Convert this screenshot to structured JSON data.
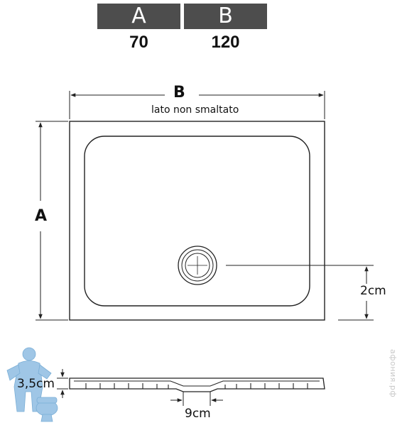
{
  "dimensions_table": {
    "headers": [
      "A",
      "B"
    ],
    "values": [
      "70",
      "120"
    ]
  },
  "top_view": {
    "width_label": "B",
    "width_note": "lato non smaltato",
    "height_label": "A",
    "drain_offset_label": "2cm"
  },
  "side_view": {
    "depth_label": "3,5cm",
    "drain_width_label": "9cm"
  },
  "watermark": "афония.рф",
  "colors": {
    "header_bg": "#4d4d4d",
    "header_text": "#ffffff",
    "line": "#222222",
    "mascot": "#9fc6e6"
  }
}
